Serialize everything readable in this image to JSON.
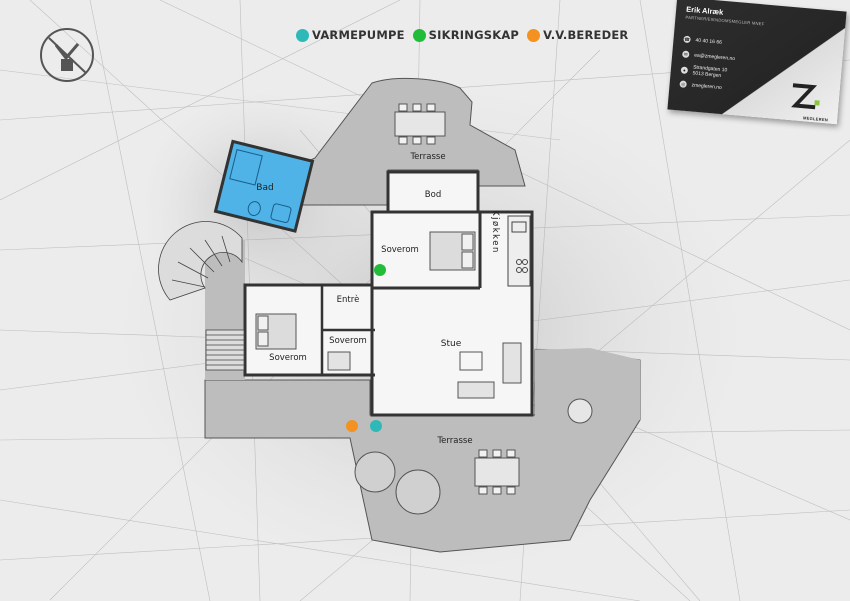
{
  "legend": [
    {
      "label": "VARMEPUMPE",
      "color": "#2fb8b8"
    },
    {
      "label": "SIKRINGSKAP",
      "color": "#22bb3a"
    },
    {
      "label": "V.V.BEREDER",
      "color": "#f39220"
    }
  ],
  "rooms": {
    "bad": "Bad",
    "bod": "Bod",
    "terrasse_top": "Terrasse",
    "soverom_1": "Soverom",
    "kjokken": "Kjøkken",
    "entre": "Entrè",
    "soverom_2": "Soverom",
    "soverom_3": "Soverom",
    "stue": "Stue",
    "terrasse_bottom": "Terrasse"
  },
  "card": {
    "name": "Erik Alræk",
    "role": "PARTNER/EIENDOMSMEGLER MNEF",
    "phone": "40 40 16 66",
    "email": "ea@zmegleren.no",
    "address_line1": "Strandgaten 10",
    "address_line2": "5013 Bergen",
    "web": "zmegleren.no",
    "logo_text": "MEGLEREN"
  },
  "colors": {
    "bathroom": "#4fb3e8",
    "wall": "#3a3a3a",
    "paper": "#ececec"
  }
}
